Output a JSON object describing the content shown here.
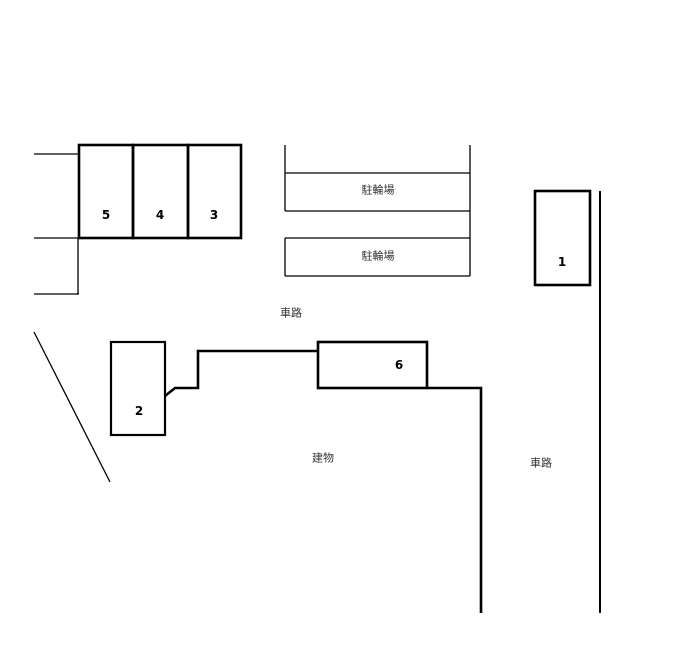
{
  "spaces": [
    {
      "id": "space-1",
      "label": "1"
    },
    {
      "id": "space-2",
      "label": "2"
    },
    {
      "id": "space-3",
      "label": "3"
    },
    {
      "id": "space-4",
      "label": "4"
    },
    {
      "id": "space-5",
      "label": "5"
    },
    {
      "id": "space-6",
      "label": "6"
    }
  ],
  "areas": {
    "bicycle_parking_upper": "駐輪場",
    "bicycle_parking_lower": "駐輪場",
    "road_center": "車路",
    "road_right": "車路",
    "building": "建物"
  },
  "colors": {
    "line": "#000000",
    "background": "#ffffff"
  }
}
